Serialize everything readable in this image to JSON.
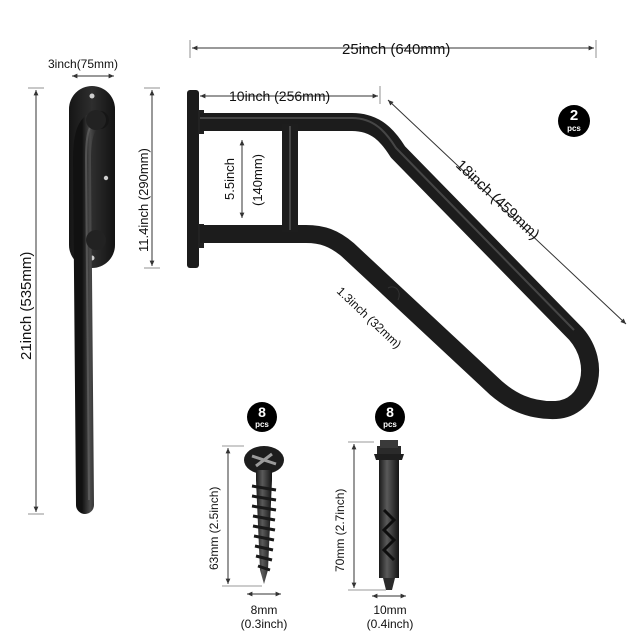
{
  "dimensions": {
    "overall_width": "25inch (640mm)",
    "top_run": "10inch (256mm)",
    "plate_width": "3inch(75mm)",
    "plate_height": "11.4inch (290mm)",
    "arm_spacing_line1": "5.5inch",
    "arm_spacing_line2": "(140mm)",
    "diagonal": "18inch (459mm)",
    "tube_diameter": "1.3inch (32mm)",
    "total_height": "21inch (535mm)"
  },
  "badges": {
    "rail": {
      "count": "2",
      "unit": "pcs"
    },
    "screw": {
      "count": "8",
      "unit": "pcs"
    },
    "anchor": {
      "count": "8",
      "unit": "pcs"
    }
  },
  "screw": {
    "length": "63mm (2.5inch)",
    "diameter_line1": "8mm",
    "diameter_line2": "(0.3inch)"
  },
  "anchor": {
    "length": "70mm (2.7inch)",
    "diameter_line1": "10mm",
    "diameter_line2": "(0.4inch)"
  },
  "colors": {
    "metal": "#1f1f1f",
    "highlight": "#6a6a6a",
    "badge": "#000000"
  }
}
